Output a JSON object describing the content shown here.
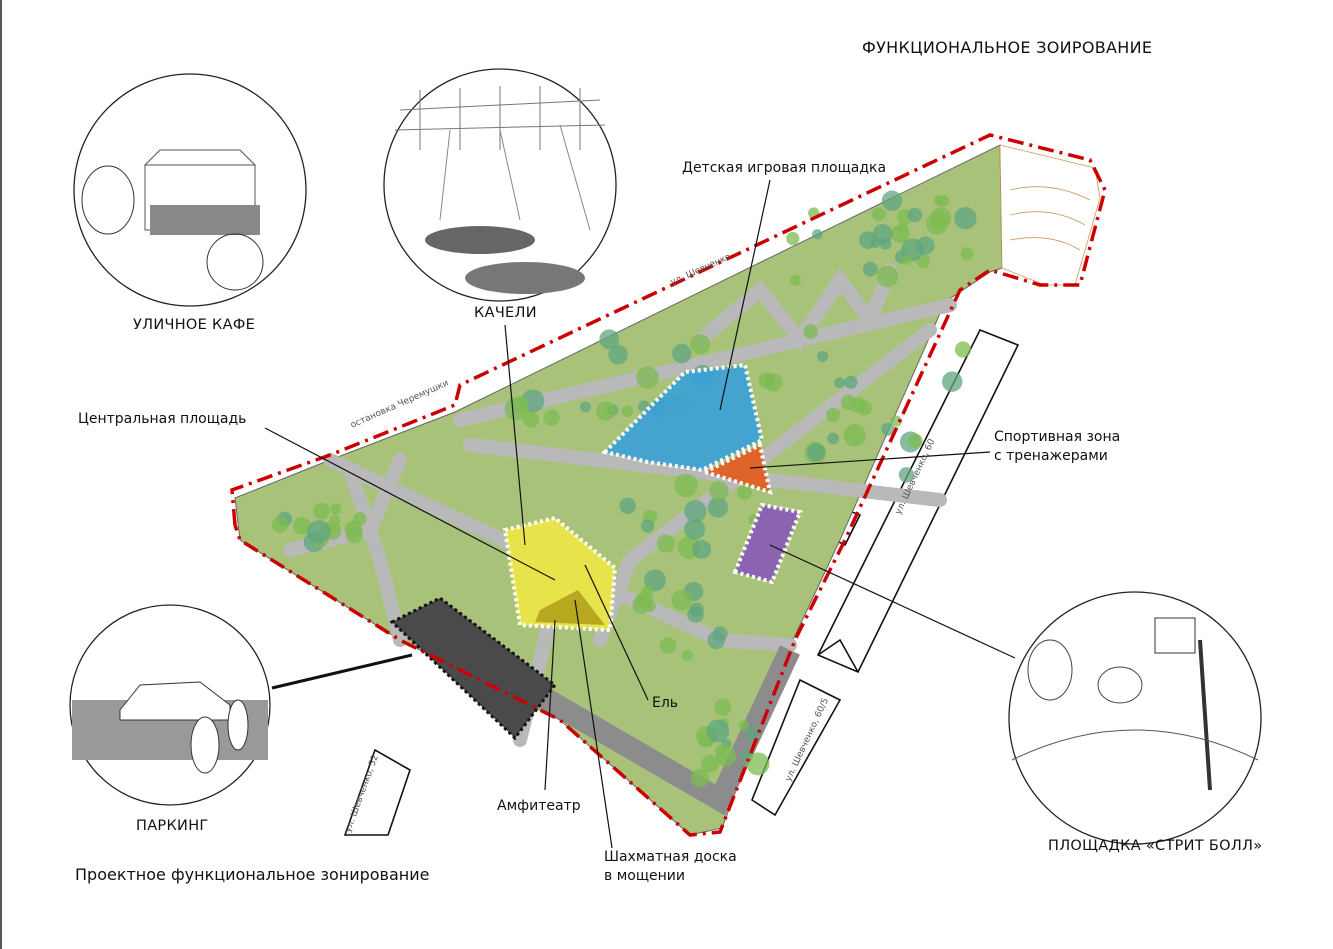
{
  "title": "ФУНКЦИОНАЛЬНОЕ ЗОИРОВАНИЕ",
  "subtitle": "Проектное функциональное зонирование",
  "vignettes": {
    "cafe": "УЛИЧНОЕ КАФЕ",
    "swings": "КАЧЕЛИ",
    "parking": "ПАРКИНГ",
    "streetball": "ПЛОЩАДКА «СТРИТ БОЛЛ»"
  },
  "callouts": {
    "playground": "Детская игровая площадка",
    "central_square": "Центральная площадь",
    "sport_zone_1": "Спортивная зона",
    "sport_zone_2": "с тренажерами",
    "spruce": "Ель",
    "amphitheatre": "Амфитеатр",
    "chess_1": "Шахматная доска",
    "chess_2": "в мощении"
  },
  "streets": {
    "shevchenko": "ул. Шевченко",
    "bus_stop": "остановка Черемушки",
    "bld_60": "ул. Шевченко, 60",
    "bld_60_5": "ул. Шевченко, 60/5",
    "bld_52": "ул. Шевченко, 52"
  },
  "colors": {
    "boundary": "#cc0000",
    "lawn": "#a9c27a",
    "path": "#b8b8b8",
    "playground": "#3aa0d8",
    "sport": "#e0642a",
    "streetball": "#8a64b0",
    "square": "#e6e44a",
    "parking": "#4a4a4a"
  }
}
